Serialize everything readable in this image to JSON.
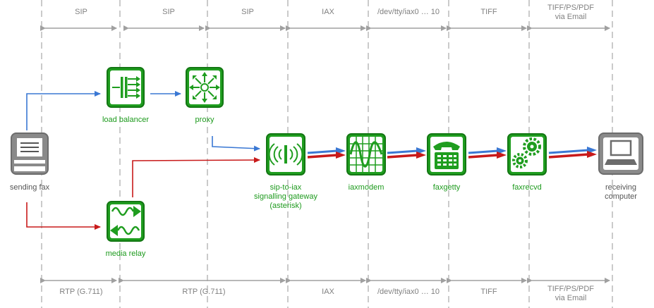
{
  "protocols_top": [
    "SIP",
    "SIP",
    "SIP",
    "IAX",
    "/dev/tty/iax0 … 10",
    "TIFF",
    "TIFF/PS/PDF\nvia Email"
  ],
  "protocols_bottom": [
    "RTP (G.711)",
    "RTP (G.711)",
    "IAX",
    "/dev/tty/iax0 … 10",
    "TIFF",
    "TIFF/PS/PDF\nvia Email"
  ],
  "nodes": {
    "sending_fax": "sending fax",
    "load_balancer": "load balancer",
    "proxy": "proxy",
    "media_relay": "media relay",
    "gateway": "sip-to-iax\nsignalling gateway\n(asterisk)",
    "iaxmodem": "iaxmodem",
    "faxgetty": "faxgetty",
    "faxrecvd": "faxrecvd",
    "receiving_computer": "receiving\ncomputer"
  },
  "colors": {
    "signalling": "#3a78d4",
    "media": "#c81a1a",
    "component": "#1d9a1d",
    "endpoint": "#7a7a7a",
    "guide": "#a0a0a0"
  },
  "icons": {
    "sending_fax": "fax-machine-icon",
    "load_balancer": "load-balancer-icon",
    "proxy": "proxy-icon",
    "media_relay": "media-relay-icon",
    "gateway": "signal-gateway-icon",
    "iaxmodem": "oscilloscope-icon",
    "faxgetty": "telephone-icon",
    "faxrecvd": "gears-icon",
    "receiving_computer": "laptop-icon"
  }
}
